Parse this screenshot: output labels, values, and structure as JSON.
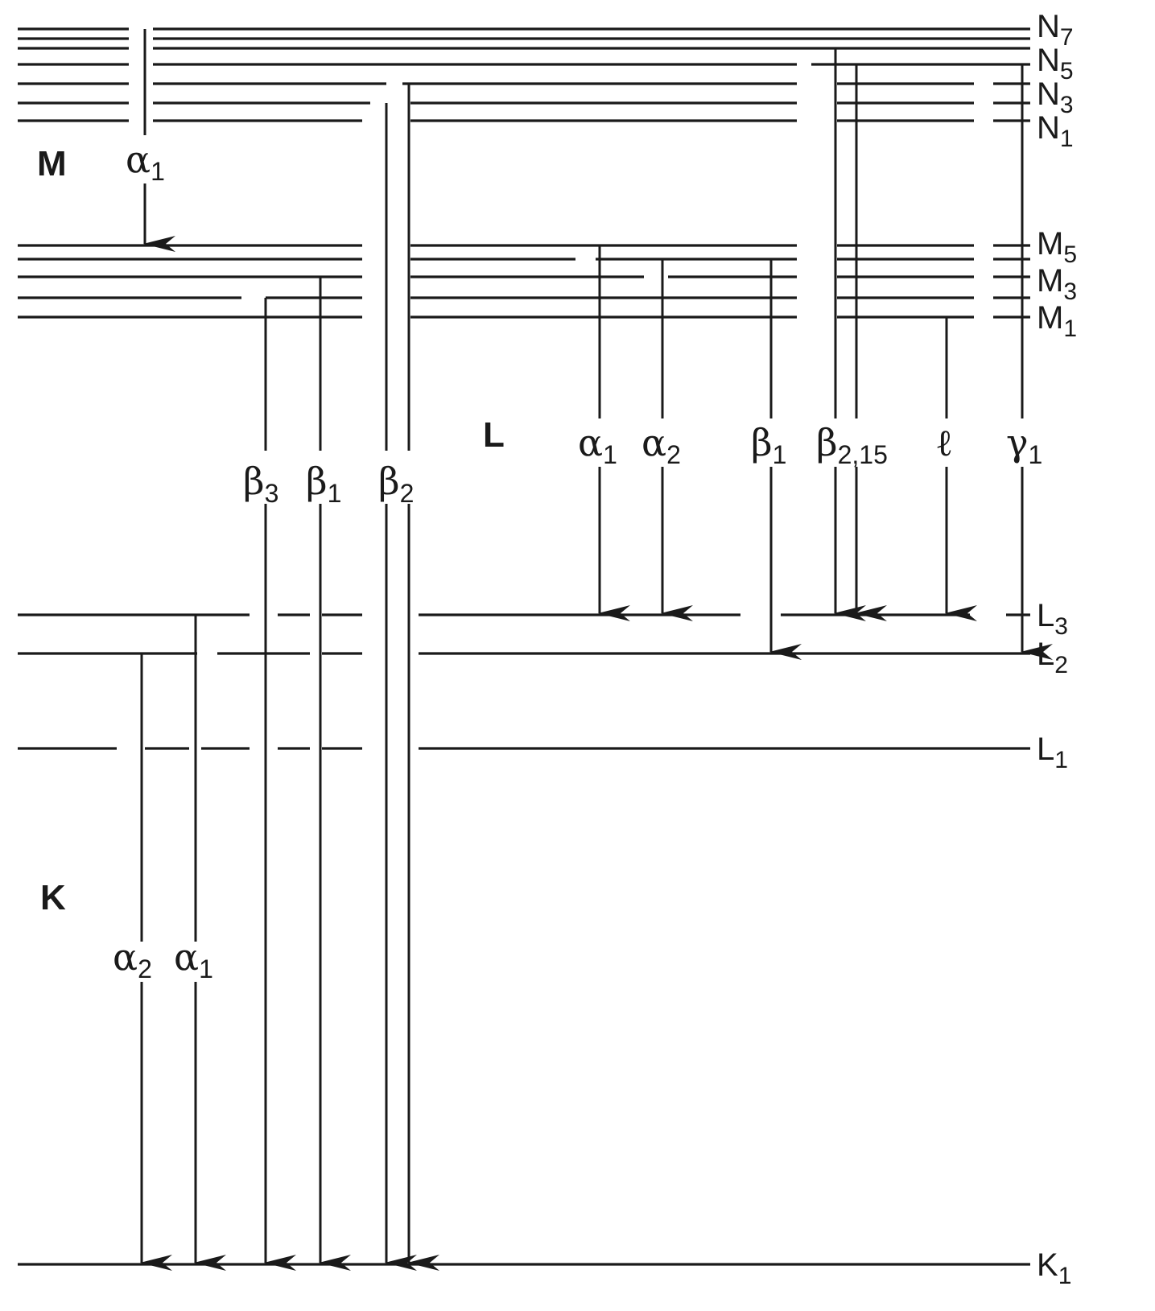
{
  "shells": [
    "M",
    "L",
    "K"
  ],
  "levels": [
    {
      "main": "N",
      "sub": "7"
    },
    {
      "main": "N",
      "sub": "5"
    },
    {
      "main": "N",
      "sub": "3"
    },
    {
      "main": "N",
      "sub": "1"
    },
    {
      "main": "M",
      "sub": "5"
    },
    {
      "main": "M",
      "sub": "3"
    },
    {
      "main": "M",
      "sub": "1"
    },
    {
      "main": "L",
      "sub": "3"
    },
    {
      "main": "L",
      "sub": "2"
    },
    {
      "main": "L",
      "sub": "1"
    },
    {
      "main": "K",
      "sub": "1"
    }
  ],
  "transitions": [
    {
      "series": "M",
      "greek": "α",
      "sub": "1"
    },
    {
      "series": "L",
      "greek": "α",
      "sub": "1"
    },
    {
      "series": "L",
      "greek": "α",
      "sub": "2"
    },
    {
      "series": "L",
      "greek": "β",
      "sub": "1"
    },
    {
      "series": "L",
      "greek": "β",
      "sub": "2,15"
    },
    {
      "series": "L",
      "greek": "ℓ",
      "sub": ""
    },
    {
      "series": "L",
      "greek": "γ",
      "sub": "1"
    },
    {
      "series": "K",
      "greek": "β",
      "sub": "3"
    },
    {
      "series": "K",
      "greek": "β",
      "sub": "1"
    },
    {
      "series": "K",
      "greek": "β",
      "sub": "2"
    },
    {
      "series": "K",
      "greek": "α",
      "sub": "2"
    },
    {
      "series": "K",
      "greek": "α",
      "sub": "1"
    }
  ]
}
